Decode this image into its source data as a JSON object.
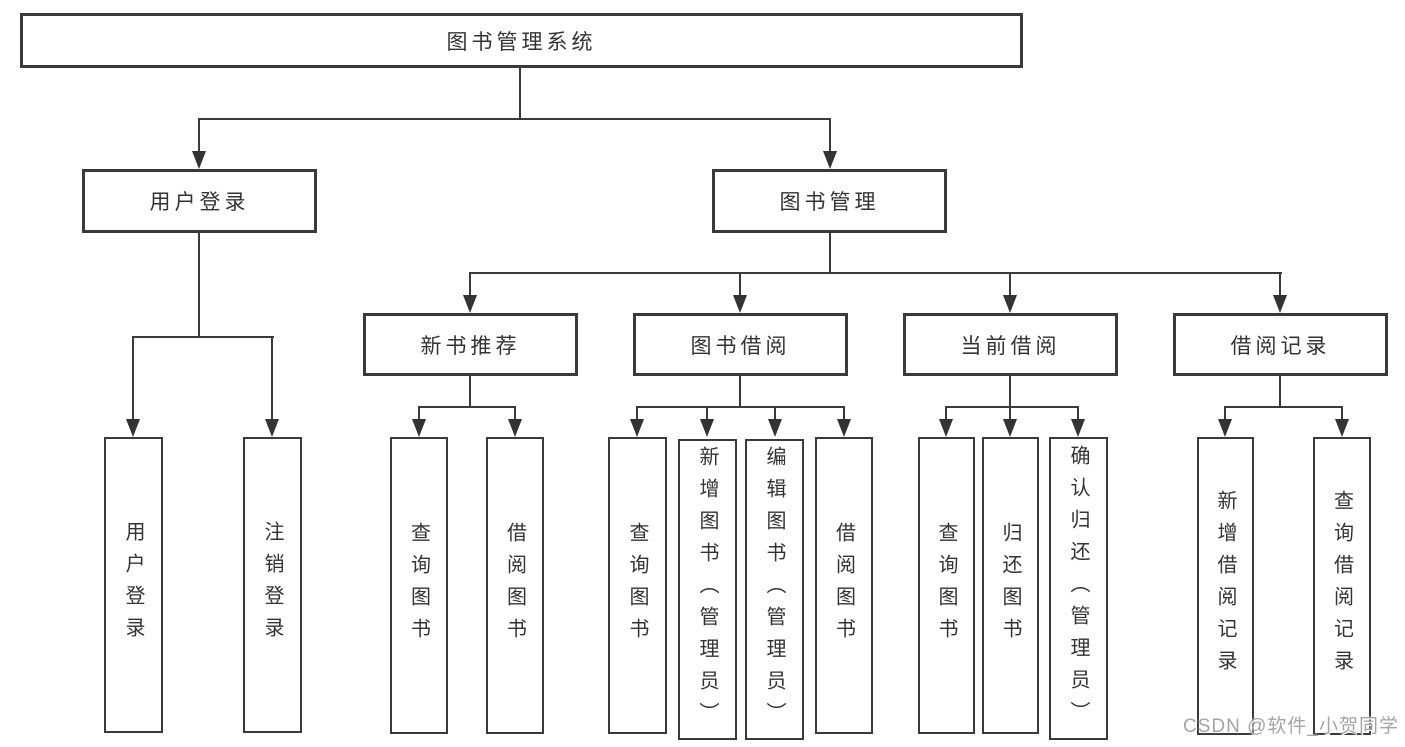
{
  "diagram": {
    "root": {
      "label": "图书管理系统"
    },
    "children": [
      {
        "label": "用户登录",
        "children": [
          {
            "label": "用户登录"
          },
          {
            "label": "注销登录"
          }
        ]
      },
      {
        "label": "图书管理",
        "children": [
          {
            "label": "新书推荐",
            "children": [
              {
                "label": "查询图书"
              },
              {
                "label": "借阅图书"
              }
            ]
          },
          {
            "label": "图书借阅",
            "children": [
              {
                "label": "查询图书"
              },
              {
                "label": "新增图书（管理员）"
              },
              {
                "label": "编辑图书（管理员）"
              },
              {
                "label": "借阅图书"
              }
            ]
          },
          {
            "label": "当前借阅",
            "children": [
              {
                "label": "查询图书"
              },
              {
                "label": "归还图书"
              },
              {
                "label": "确认归还（管理员）"
              }
            ]
          },
          {
            "label": "借阅记录",
            "children": [
              {
                "label": "新增借阅记录"
              },
              {
                "label": "查询借阅记录"
              }
            ]
          }
        ]
      }
    ]
  },
  "watermark": "CSDN @软件_小贺同学",
  "colors": {
    "line": "#3a3a3a",
    "text": "#333333",
    "watermark": "#949494",
    "background": "#ffffff"
  }
}
